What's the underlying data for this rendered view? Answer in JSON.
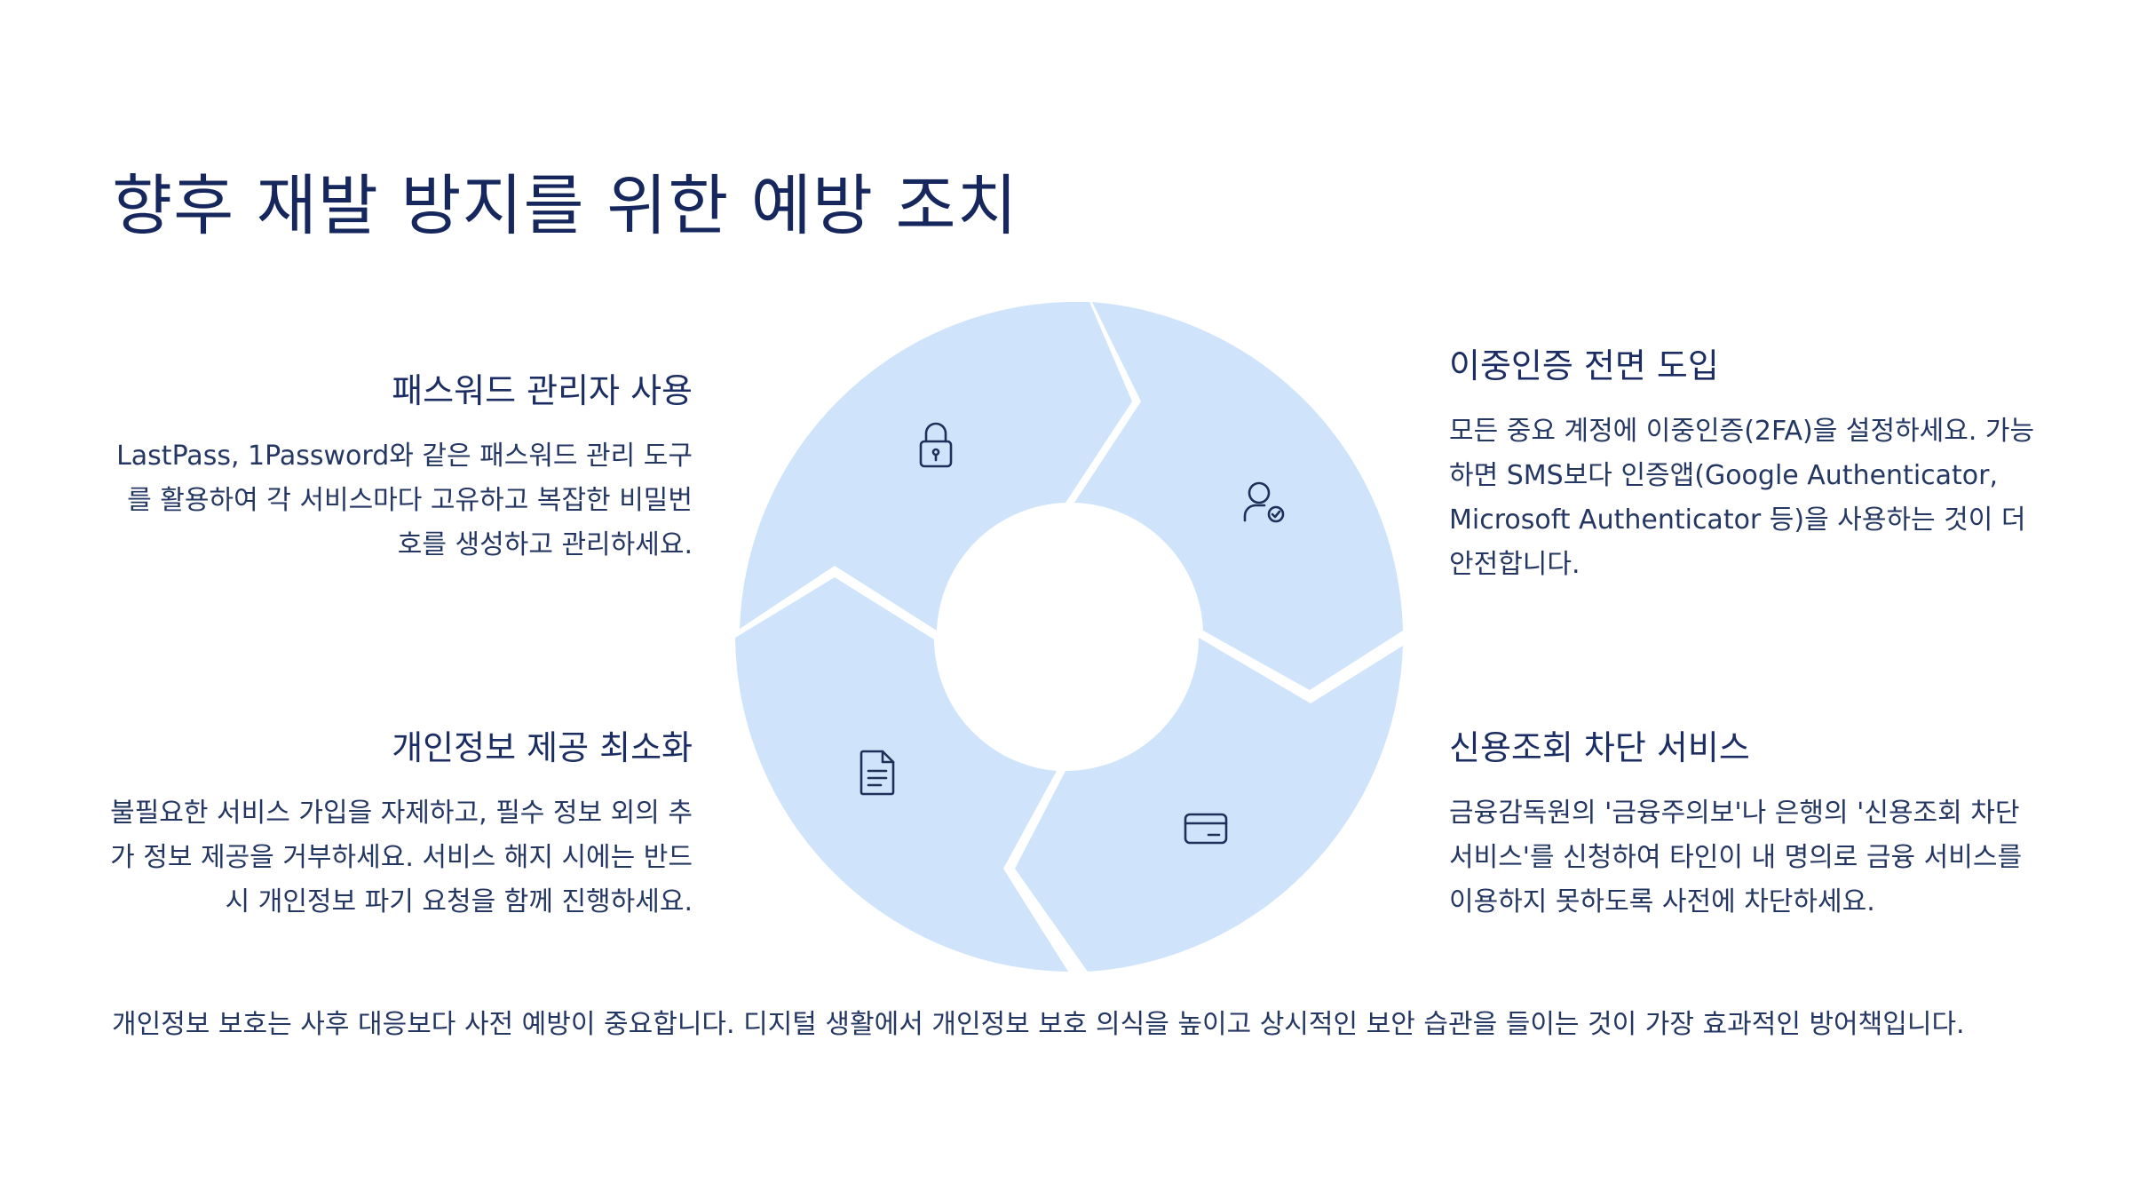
{
  "title": "향후 재발 방지를 위한 예방 조치",
  "colors": {
    "segment_fill": "#cfe4fb",
    "text_dark": "#1e2f5a",
    "background": "#ffffff"
  },
  "steps": [
    {
      "title": "패스워드 관리자 사용",
      "body": "LastPass, 1Password와 같은 패스워드 관리 도구를 활용하여 각 서비스마다 고유하고 복잡한 비밀번호를 생성하고 관리하세요.",
      "icon": "lock-icon"
    },
    {
      "title": "이중인증 전면 도입",
      "body": "모든 중요 계정에 이중인증(2FA)을 설정하세요. 가능하면 SMS보다 인증앱(Google Authenticator, Microsoft Authenticator 등)을 사용하는 것이 더 안전합니다.",
      "icon": "user-check-icon"
    },
    {
      "title": "신용조회 차단 서비스",
      "body": "금융감독원의 '금융주의보'나 은행의 '신용조회 차단 서비스'를 신청하여 타인이 내 명의로 금융 서비스를 이용하지 못하도록 사전에 차단하세요.",
      "icon": "credit-card-icon"
    },
    {
      "title": "개인정보 제공 최소화",
      "body": "불필요한 서비스 가입을 자제하고, 필수 정보 외의 추가 정보 제공을 거부하세요. 서비스 해지 시에는 반드시 개인정보 파기 요청을 함께 진행하세요.",
      "icon": "document-icon"
    }
  ],
  "footer": "개인정보 보호는 사후 대응보다 사전 예방이 중요합니다. 디지털 생활에서 개인정보 보호 의식을 높이고 상시적인 보안 습관을 들이는 것이 가장 효과적인 방어책입니다."
}
